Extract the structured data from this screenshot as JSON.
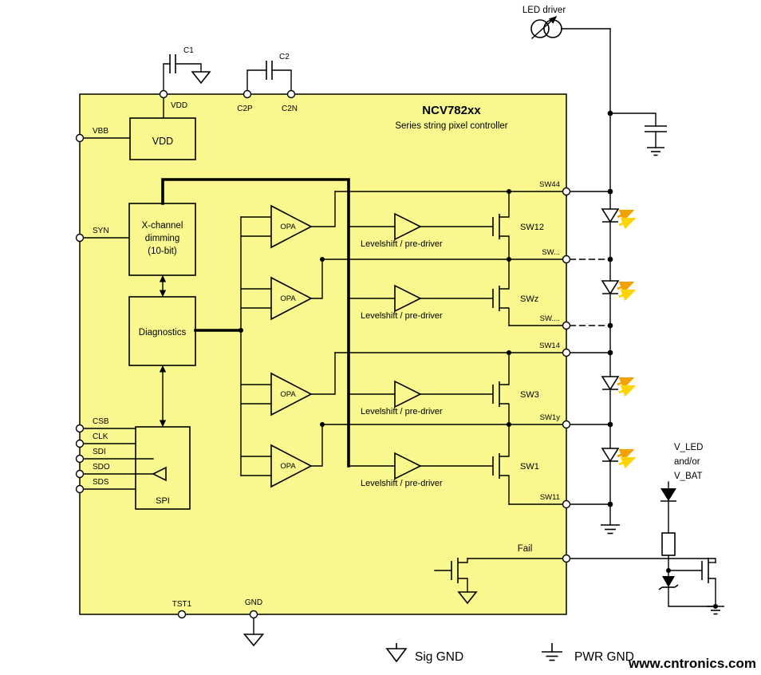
{
  "ic": {
    "title": "NCV782xx",
    "subtitle": "Series string pixel controller"
  },
  "blocks": {
    "vdd": "VDD",
    "xchannel": {
      "l1": "X-channel",
      "l2": "dimming",
      "l3": "(10-bit)"
    },
    "diagnostics": "Diagnostics",
    "spi": "SPI"
  },
  "pins": {
    "left": {
      "vbb": "VBB",
      "syn": "SYN",
      "csb": "CSB",
      "clk": "CLK",
      "sdi": "SDI",
      "sdo": "SDO",
      "sds": "SDS"
    },
    "top": {
      "vdd": "VDD",
      "c2p": "C2P",
      "c2n": "C2N"
    },
    "bottom": {
      "tst1": "TST1",
      "gnd": "GND"
    },
    "right": {
      "sw44": "SW44",
      "swd1": "SW...",
      "swd2": "SW....",
      "sw14": "SW14",
      "sw1y": "SW1y",
      "sw11": "SW11",
      "fail": "Fail"
    }
  },
  "channels": [
    {
      "opa": "OPA",
      "levelshift": "Levelshift / pre-driver",
      "sw": "SW12"
    },
    {
      "opa": "OPA",
      "levelshift": "Levelshift / pre-driver",
      "sw": "SWz"
    },
    {
      "opa": "OPA",
      "levelshift": "Levelshift / pre-driver",
      "sw": "SW3"
    },
    {
      "opa": "OPA",
      "levelshift": "Levelshift / pre-driver",
      "sw": "SW1"
    }
  ],
  "external": {
    "led_driver": "LED driver",
    "c1": "C1",
    "c2": "C2",
    "v_led": "V_LED",
    "and_or": "and/or",
    "v_bat": "V_BAT"
  },
  "legend": {
    "sig_gnd": "Sig GND",
    "pwr_gnd": "PWR GND"
  },
  "watermark": "www.cntronics.com",
  "colors": {
    "ic_fill": "#F8F88F",
    "line": "#000000",
    "arrow_orange": "#F2A100",
    "arrow_yellow": "#FFD400",
    "watermark": "#8CC63E"
  }
}
